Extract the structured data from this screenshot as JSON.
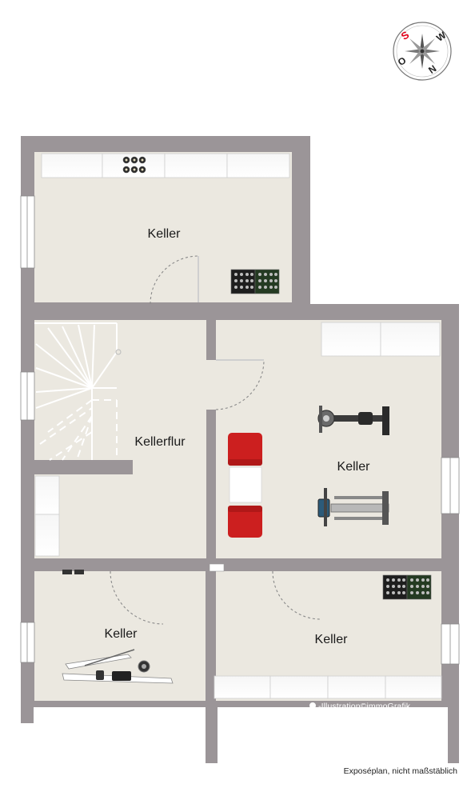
{
  "compass": {
    "letters": [
      "S",
      "W",
      "N",
      "O"
    ]
  },
  "rooms": [
    {
      "id": "keller-top",
      "label": "Keller"
    },
    {
      "id": "kellerflur",
      "label": "Kellerflur"
    },
    {
      "id": "keller-right",
      "label": "Keller"
    },
    {
      "id": "keller-bottom-left",
      "label": "Keller"
    },
    {
      "id": "keller-bottom-right",
      "label": "Keller"
    }
  ],
  "credit": "-Illustration©immoGrafik",
  "disclaimer": "Exposéplan, nicht maßstäblich",
  "colors": {
    "wall": "#9b9598",
    "floor": "#ebe8e0",
    "cabinet": "#ffffff",
    "chair": "#cc1f1f",
    "accent": "#e2001a"
  }
}
